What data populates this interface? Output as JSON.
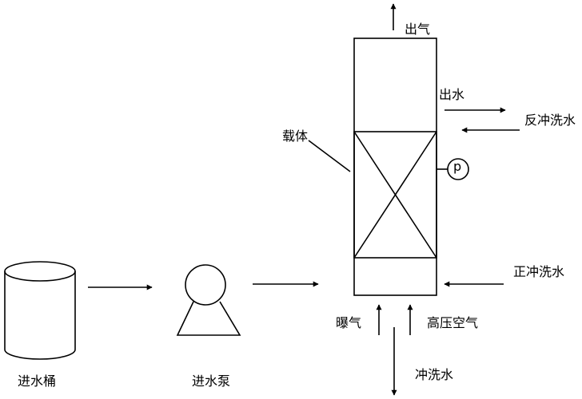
{
  "labels": {
    "tank": "进水桶",
    "pump": "进水泵",
    "gas_out": "出气",
    "water_out": "出水",
    "backwash": "反冲洗水",
    "carrier": "载体",
    "pressure_gauge": "p",
    "forward_wash": "正冲洗水",
    "aeration": "曝气",
    "high_pressure_air": "高压空气",
    "wash_water": "冲洗水"
  }
}
